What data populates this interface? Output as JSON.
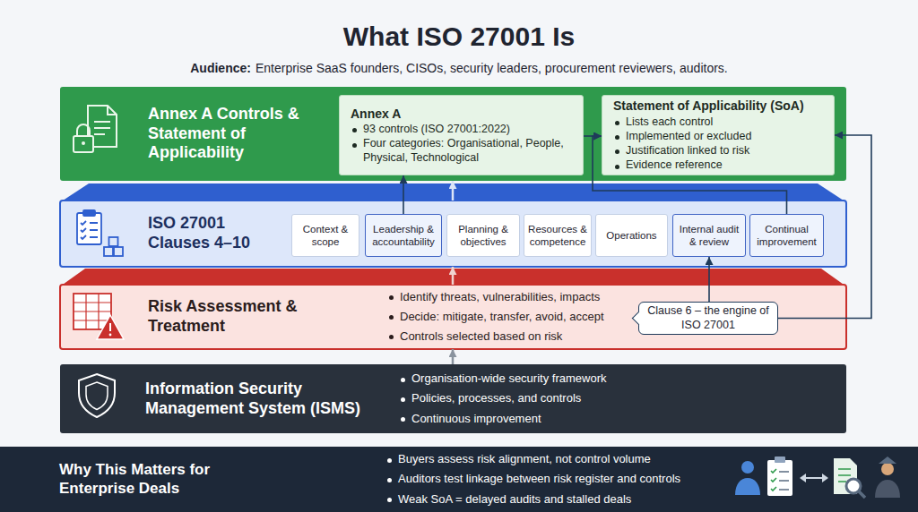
{
  "diagram": {
    "title": "What ISO 27001 Is",
    "nodes": [
      {
        "text": [
          "Annex A Controls & Statement of Applicability"
        ]
      },
      {
        "text": [
          "Annex A",
          "93 controls (ISO 27001:2022)",
          "Four categories: Organisational, People, Physical, Technological"
        ],
        "in": 0
      },
      {
        "text": [
          "Statement of Applicability (SoA)",
          "Lists each control",
          "Implemented or excluded",
          "Justification linked to risk",
          "Evidence reference"
        ],
        "in": 0
      },
      {
        "text": [
          "ISO 27001 Clauses 4–10"
        ]
      },
      {
        "text": [
          "Context & scope"
        ],
        "in": 3
      },
      {
        "text": [
          "Leadership & accountability"
        ],
        "in": 3
      },
      {
        "text": [
          "Planning & objectives"
        ],
        "in": 3
      },
      {
        "text": [
          "Resources & competence"
        ],
        "in": 3
      },
      {
        "text": [
          "Operations"
        ],
        "in": 3
      },
      {
        "text": [
          "Internal audit & review"
        ],
        "in": 3
      },
      {
        "text": [
          "Continual improvement"
        ],
        "in": 3
      },
      {
        "text": [
          "Risk Assessment & Treatment",
          "Identify threats, vulnerabilities, impacts",
          "Decide: mitigate, transfer, avoid, accept",
          "Controls selected based on risk"
        ]
      },
      {
        "text": [
          "Clause 6 – the engine of ISO 27001"
        ],
        "in": 11
      },
      {
        "text": [
          "Information Security Management System (ISMS)",
          "Organisation-wide security framework",
          "Policies, processes, and controls",
          "Continuous improvement"
        ]
      },
      {
        "text": [
          "Why This Matters for Enterprise Deals",
          "Buyers assess risk alignment, not control volume",
          "Auditors test linkage between risk register and controls",
          "Weak SoA = delayed audits and stalled deals"
        ]
      }
    ],
    "edges": [
      {
        "from": 5,
        "to": 1,
        "arrow": "to"
      },
      {
        "from": 1,
        "to": 2,
        "arrow": "to"
      },
      {
        "from": 10,
        "to": 2,
        "arrow": "to"
      },
      {
        "from": 12,
        "to": 9,
        "arrow": "to"
      },
      {
        "from": 12,
        "to": 2,
        "arrow": "to"
      },
      {
        "from": 13,
        "to": 11,
        "arrow": "to"
      },
      {
        "from": 11,
        "to": 3,
        "arrow": "to"
      },
      {
        "from": 3,
        "to": 0,
        "arrow": "to"
      }
    ],
    "labels": [
      "Audience:",
      "Enterprise SaaS founders, CISOs, security leaders, procurement reviewers, auditors."
    ]
  }
}
